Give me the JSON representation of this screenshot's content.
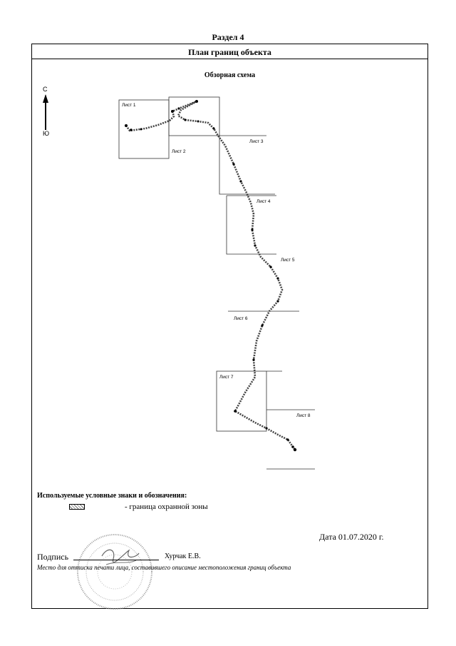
{
  "section_title": "Раздел 4",
  "plan_title": "План границ объекта",
  "overview_title": "Обзорная схема",
  "compass": {
    "north": "С",
    "south": "Ю"
  },
  "sheets": {
    "s1": "Лист 1",
    "s2": "Лист 2",
    "s3": "Лист 3",
    "s4": "Лист 4",
    "s5": "Лист 5",
    "s6": "Лист 6",
    "s7": "Лист 7",
    "s8": "Лист 8"
  },
  "legend": {
    "title": "Используемые условные знаки и обозначения:",
    "item": "- граница  охранной зоны"
  },
  "date": "Дата 01.07.2020 г.",
  "signature": {
    "label": "Подпись",
    "name": "Хурчак Е.В.",
    "note": "Место для оттиска печати лица, составившего описание местоположения границ объекта"
  }
}
